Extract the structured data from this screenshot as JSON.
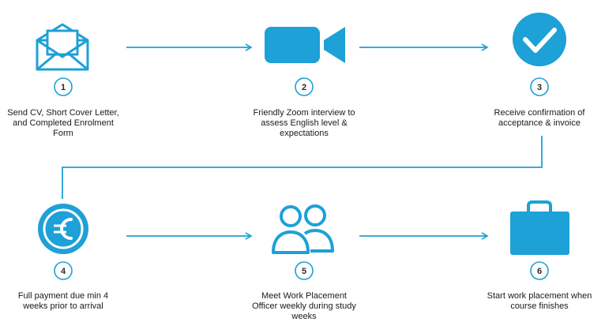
{
  "theme": {
    "accent": "#1da1d6",
    "text": "#1a1a1a"
  },
  "steps": [
    {
      "number": "1",
      "icon": "envelope-icon",
      "text": "Send CV, Short Cover Letter,\nand Completed Enrolment\nForm"
    },
    {
      "number": "2",
      "icon": "video-camera-icon",
      "text": "Friendly Zoom interview to\nassess English level &\nexpectations"
    },
    {
      "number": "3",
      "icon": "checkmark-circle-icon",
      "text": "Receive confirmation of\nacceptance & invoice"
    },
    {
      "number": "4",
      "icon": "euro-coin-icon",
      "text": "Full payment due min 4\nweeks prior to arrival"
    },
    {
      "number": "5",
      "icon": "people-icon",
      "text": "Meet Work Placement\nOfficer weekly during study\nweeks"
    },
    {
      "number": "6",
      "icon": "briefcase-icon",
      "text": "Start work placement when\ncourse finishes"
    }
  ]
}
